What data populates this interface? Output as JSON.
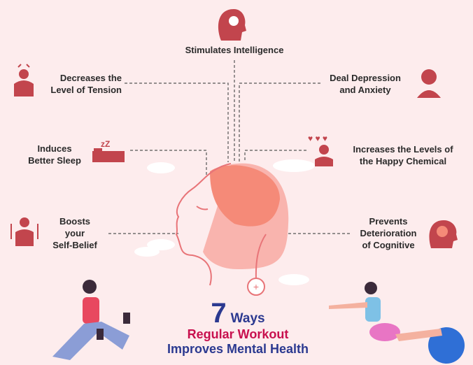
{
  "title": {
    "number": "7",
    "ways": "Ways",
    "line2": "Regular Workout",
    "line3": "Improves Mental Health"
  },
  "benefits": [
    {
      "label_1": "Stimulates Intelligence",
      "icon": "lightbulb-head-icon"
    },
    {
      "label_1": "Decreases the",
      "label_2": "Level of Tension",
      "icon": "stressed-person-icon"
    },
    {
      "label_1": "Deal Depression",
      "label_2": "and Anxiety",
      "icon": "anxious-person-icon"
    },
    {
      "label_1": "Induces",
      "label_2": "Better Sleep",
      "icon": "bed-sleep-icon"
    },
    {
      "label_1": "Increases the Levels of",
      "label_2": "the Happy Chemical",
      "icon": "happy-person-hearts-icon"
    },
    {
      "label_1": "Boosts",
      "label_2": "your",
      "label_3": "Self-Belief",
      "icon": "confident-person-icon"
    },
    {
      "label_1": "Prevents",
      "label_2": "Deterioration",
      "label_3": "of Cognitive",
      "icon": "brain-head-icon"
    }
  ],
  "colors": {
    "background": "#fdeced",
    "icon": "#c2454d",
    "title_blue": "#2b3990",
    "title_magenta": "#c8104e"
  }
}
